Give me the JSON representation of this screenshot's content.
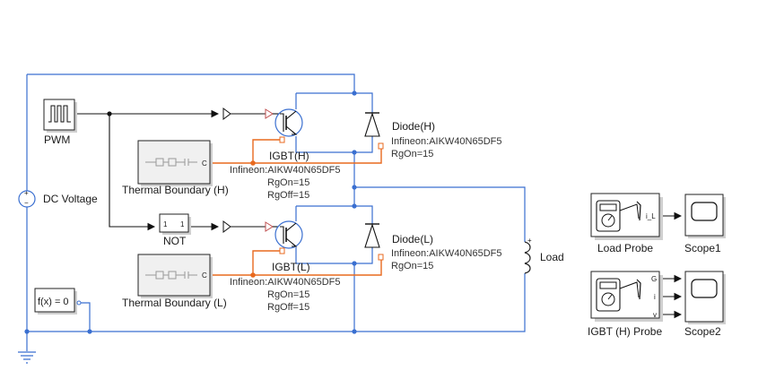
{
  "blocks": {
    "pwm": {
      "label": "PWM"
    },
    "dc_voltage": {
      "label": "DC Voltage"
    },
    "not": {
      "label": "NOT",
      "in_text": "1",
      "out_text": "1"
    },
    "thermal_h": {
      "label": "Thermal Boundary (H)",
      "port": "C"
    },
    "thermal_l": {
      "label": "Thermal Boundary (L)",
      "port": "C"
    },
    "igbt_h": {
      "label": "IGBT(H)",
      "params": [
        "Infineon:AIKW40N65DF5",
        "RgOn=15",
        "RgOff=15"
      ]
    },
    "igbt_l": {
      "label": "IGBT(L)",
      "params": [
        "Infineon:AIKW40N65DF5",
        "RgOn=15",
        "RgOff=15"
      ]
    },
    "diode_h": {
      "label": "Diode(H)",
      "params": [
        "Infineon:AIKW40N65DF5",
        "RgOn=15"
      ]
    },
    "diode_l": {
      "label": "Diode(L)",
      "params": [
        "Infineon:AIKW40N65DF5",
        "RgOn=15"
      ]
    },
    "load": {
      "label": "Load"
    },
    "solver": {
      "label": "f(x) = 0"
    },
    "load_probe": {
      "label": "Load Probe",
      "port": "i_L"
    },
    "igbt_probe": {
      "label": "IGBT (H) Probe",
      "ports": [
        "G",
        "i",
        "v"
      ]
    },
    "scope1": {
      "label": "Scope1"
    },
    "scope2": {
      "label": "Scope2"
    }
  },
  "colors": {
    "physical_wire": "#3a6fd0",
    "thermal_wire": "#e86a1f",
    "signal_wire": "#111111"
  },
  "icons": [
    "pulse-generator-icon",
    "dc-source-icon",
    "igbt-icon",
    "diode-icon",
    "inductor-icon",
    "ground-icon",
    "multimeter-icon",
    "scope-screen-icon",
    "thermal-network-icon"
  ]
}
